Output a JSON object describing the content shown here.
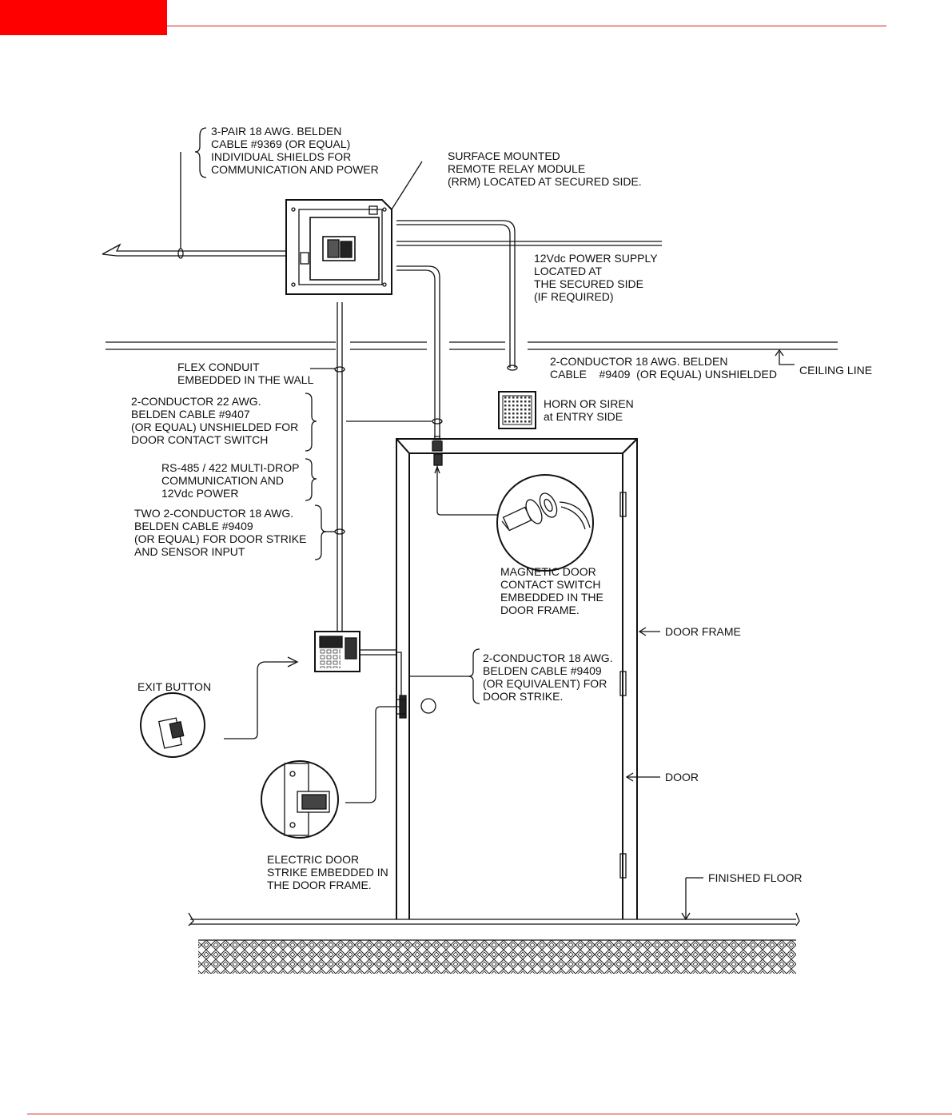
{
  "colors": {
    "accent": "#ff0000",
    "rule": "#cc2222",
    "ink": "#111111"
  },
  "labels": {
    "cable_3pair": [
      "3-PAIR 18 AWG. BELDEN",
      "CABLE #9369 (OR EQUAL)",
      "INDIVIDUAL SHIELDS FOR",
      "COMMUNICATION AND POWER"
    ],
    "rrm": [
      "SURFACE MOUNTED",
      "REMOTE RELAY MODULE",
      "(RRM) LOCATED AT SECURED SIDE."
    ],
    "power_supply": [
      "12Vdc POWER SUPPLY",
      "LOCATED AT",
      "THE SECURED SIDE",
      "(IF REQUIRED)"
    ],
    "flex_conduit": [
      "FLEX CONDUIT",
      "EMBEDDED IN THE WALL"
    ],
    "cable_siren": [
      "2-CONDUCTOR 18 AWG. BELDEN",
      "CABLE    #9409  (OR EQUAL) UNSHIELDED"
    ],
    "ceiling_line": "CEILING LINE",
    "horn": [
      "HORN OR SIREN",
      "at ENTRY SIDE"
    ],
    "cable_contact": [
      "2-CONDUCTOR 22 AWG.",
      "BELDEN CABLE #9407",
      "(OR EQUAL) UNSHIELDED FOR",
      "DOOR CONTACT SWITCH"
    ],
    "rs485": [
      "RS-485 / 422 MULTI-DROP",
      "COMMUNICATION AND",
      "12Vdc POWER"
    ],
    "cable_strike_sensor": [
      "TWO 2-CONDUCTOR 18 AWG.",
      "BELDEN CABLE #9409",
      "(OR EQUAL) FOR DOOR STRIKE",
      "AND SENSOR INPUT"
    ],
    "magnetic_switch": [
      "MAGNETIC DOOR",
      "CONTACT SWITCH",
      "EMBEDDED IN THE",
      "DOOR FRAME."
    ],
    "door_frame": "DOOR FRAME",
    "exit_button": "EXIT BUTTON",
    "cable_strike": [
      "2-CONDUCTOR 18 AWG.",
      "BELDEN CABLE #9409",
      "(OR EQUIVALENT) FOR",
      "DOOR STRIKE."
    ],
    "door": "DOOR",
    "electric_strike": [
      "ELECTRIC DOOR",
      "STRIKE EMBEDDED IN",
      "THE DOOR FRAME."
    ],
    "finished_floor": "FINISHED FLOOR"
  }
}
